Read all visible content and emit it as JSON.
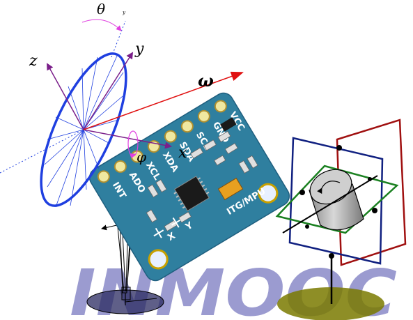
{
  "labels": {
    "theta": "θ",
    "y_small": "y",
    "y": "y",
    "z": "z",
    "x": "x",
    "omega": "ω",
    "phi": "φ"
  },
  "board": {
    "pins": [
      "INT",
      "ADO",
      "XCL",
      "XDA",
      "SDA",
      "SCL",
      "GND",
      "VCC"
    ],
    "name": "ITG/MPU",
    "axis_x": "X",
    "axis_y": "Y"
  },
  "watermark": "INMOOC",
  "colors": {
    "disk": "#1f3fe0",
    "axes": "#7b1f8a",
    "omega": "#e01010",
    "board": "#2f7f9f",
    "outer_frame": "#a01010",
    "inner_frame": "#102080",
    "green_frame": "#1a8020",
    "watermark": "#7a7ac0",
    "left_ellipse": "#2a2a60",
    "right_ellipse": "#7a7a00"
  }
}
